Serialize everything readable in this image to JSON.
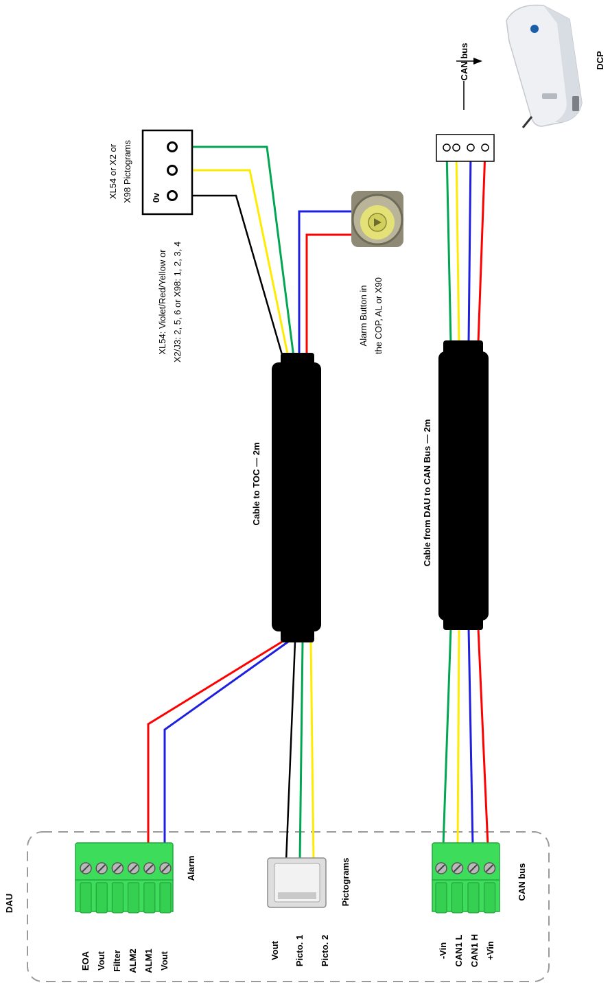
{
  "colors": {
    "green": "#00a651",
    "yellow": "#ffeb00",
    "black": "#000000",
    "red": "#ff0000",
    "blue": "#1f1fe0",
    "connector_green": "#3ddc5a",
    "dashed_border": "#9a9a9a"
  },
  "top_connector": {
    "title_line1": "XL54 or X2 or",
    "title_line2": "X98 Pictograms",
    "ov_label": "0v",
    "pins_line1": "XL54: Violet/Red/Yellow or",
    "pins_line2": "X2/J3: 2, 5, 6 or X98: 1, 2, 3, 4"
  },
  "alarm_button": {
    "line1": "Alarm Button in",
    "line2": "the COP, AL or X90"
  },
  "dcp": {
    "can_bus_label": "CAN bus",
    "label": "DCP"
  },
  "cables": {
    "toc": "Cable to TOC — 2m",
    "can": "Cable from DAU to CAN Bus — 2m"
  },
  "dau": {
    "label": "DAU",
    "alarm_connector": {
      "label": "Alarm",
      "pins": [
        "EOA",
        "Vout",
        "Filter",
        "ALM2",
        "ALM1",
        "Vout"
      ]
    },
    "pictogram_connector": {
      "label": "Pictograms",
      "pins": [
        "Vout",
        "Picto. 1",
        "Picto. 2"
      ]
    },
    "can_connector": {
      "label": "CAN bus",
      "pins": [
        "-Vin",
        "CAN1 L",
        "CAN1 H",
        "+Vin"
      ]
    }
  },
  "icons": [
    "alarm-button-icon",
    "dcp-device-icon",
    "terminal-block-icon",
    "pictogram-plug-icon"
  ]
}
